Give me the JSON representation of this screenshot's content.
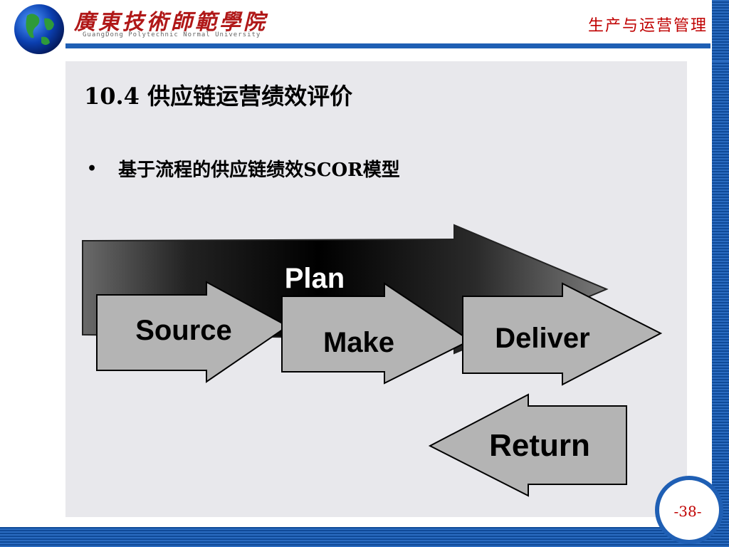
{
  "header": {
    "logo_text": "廣東技術師範學院",
    "logo_subtitle": "GuangDong Polytechnic Normal University",
    "course_title": "生产与运营管理"
  },
  "slide": {
    "heading": "10.4 供应链运营绩效评价",
    "bullet": "•",
    "bullet_text": "基于流程的供应链绩效SCOR模型"
  },
  "diagram": {
    "plan_label": "Plan",
    "source_label": "Source",
    "make_label": "Make",
    "deliver_label": "Deliver",
    "return_label": "Return"
  },
  "footer": {
    "page_number": "-38-"
  },
  "colors": {
    "brand_blue": "#1f5fb4",
    "accent_red": "#c00000",
    "arrow_gray": "#b4b4b4"
  }
}
